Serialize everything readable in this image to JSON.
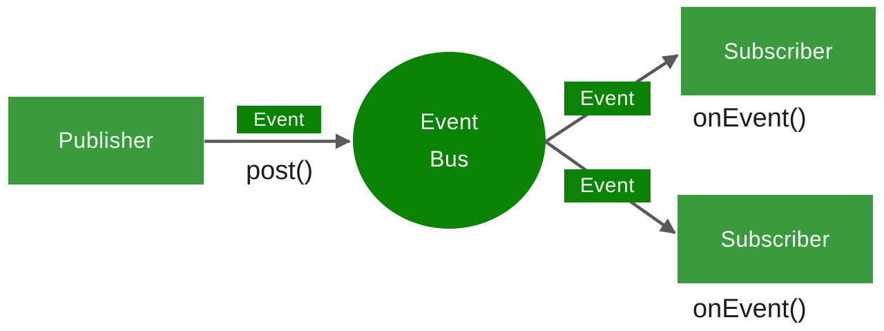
{
  "colors": {
    "node_green": "#3A9B3E",
    "bus_green": "#0A8206",
    "arrow_gray": "#595959",
    "method_text": "#1C1C1C",
    "node_text": "#FFFFFF",
    "background": "#FFFFFF"
  },
  "nodes": {
    "publisher": {
      "label": "Publisher"
    },
    "event_bus": {
      "line1": "Event",
      "line2": "Bus"
    },
    "subscriber_top": {
      "label": "Subscriber"
    },
    "subscriber_bottom": {
      "label": "Subscriber"
    }
  },
  "edges": {
    "publisher_to_bus": {
      "event_label": "Event",
      "method_label": "post()"
    },
    "bus_to_subscriber_top": {
      "event_label": "Event",
      "handler_label": "onEvent()"
    },
    "bus_to_subscriber_bottom": {
      "event_label": "Event",
      "handler_label": "onEvent()"
    }
  }
}
